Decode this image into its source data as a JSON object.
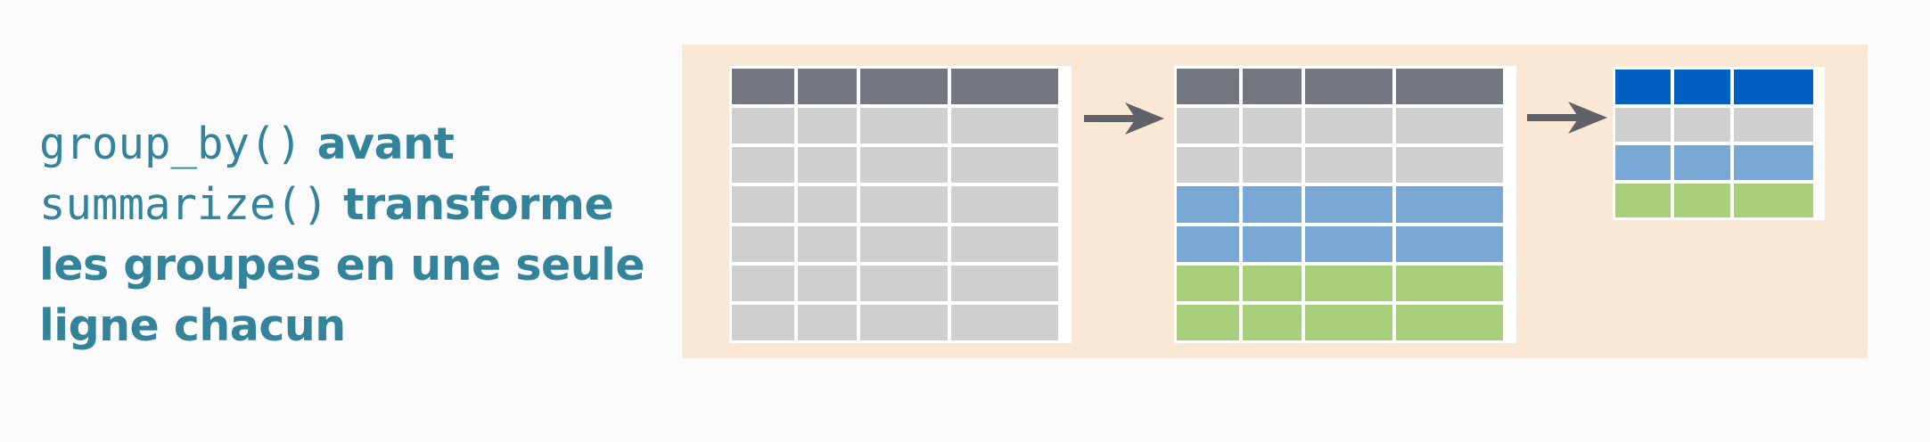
{
  "caption": {
    "line1_code": "group_by()",
    "line1_text": " avant",
    "line2_code": "summarize()",
    "line2_text": " transforme",
    "line3_text": "les groupes en une seule",
    "line4_text": "ligne chacun"
  },
  "colors": {
    "header": "#737780",
    "gray": "#cfcfcf",
    "blue": "#78a8d6",
    "green": "#a8d07a",
    "blue_header": "#0060c0",
    "arrow": "#5f6369",
    "panel": "#fbe8d4",
    "caption": "#33839b"
  },
  "tables": [
    {
      "name": "table-original",
      "rows": [
        "header",
        "gray",
        "gray",
        "gray",
        "gray",
        "gray",
        "gray"
      ]
    },
    {
      "name": "table-grouped",
      "rows": [
        "header",
        "gray",
        "gray",
        "blue",
        "blue",
        "green",
        "green"
      ]
    },
    {
      "name": "table-summarized",
      "rows": [
        "blue_header",
        "gray",
        "blue",
        "green"
      ]
    }
  ]
}
